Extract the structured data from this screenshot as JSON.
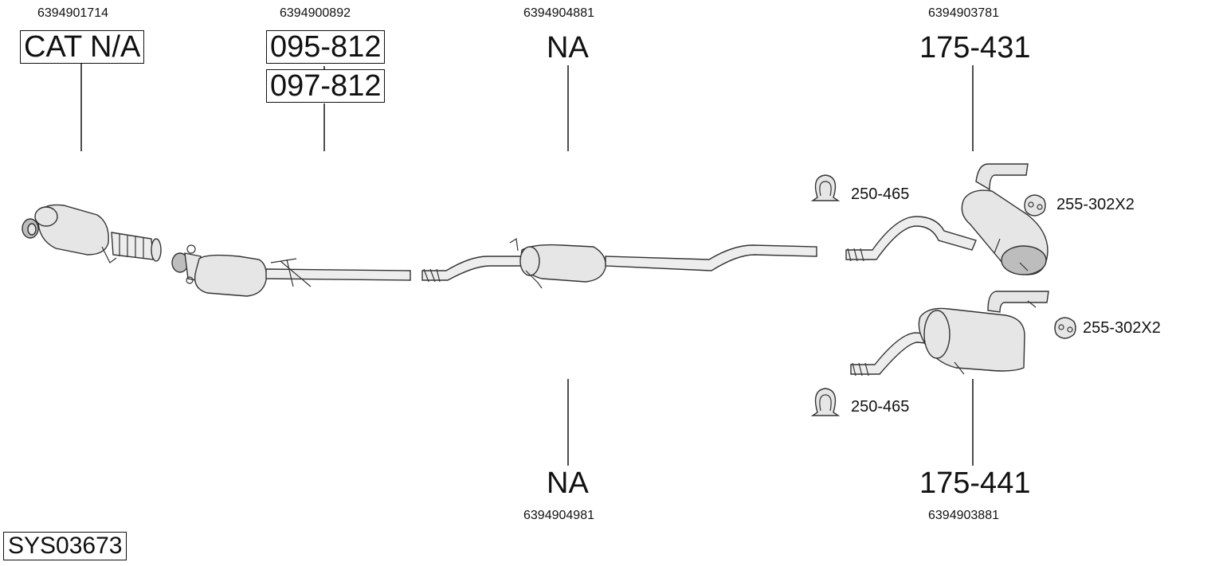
{
  "diagram": {
    "system_code": "SYS03673",
    "parts": {
      "catalyst": {
        "oe_ref": "6394901714",
        "code": "CAT N/A"
      },
      "dpf": {
        "oe_ref": "6394900892",
        "codes": [
          "095-812",
          "097-812"
        ]
      },
      "middle_upper": {
        "oe_ref": "6394904881",
        "code": "NA"
      },
      "middle_lower": {
        "oe_ref": "6394904981",
        "code": "NA"
      },
      "rear_upper": {
        "oe_ref": "6394903781",
        "code": "175-431"
      },
      "rear_lower": {
        "oe_ref": "6394903881",
        "code": "175-441"
      }
    },
    "accessories": {
      "clamp_upper": "250-465",
      "clamp_lower": "250-465",
      "rubber_mount_upper": "255-302X2",
      "rubber_mount_lower": "255-302X2"
    }
  }
}
